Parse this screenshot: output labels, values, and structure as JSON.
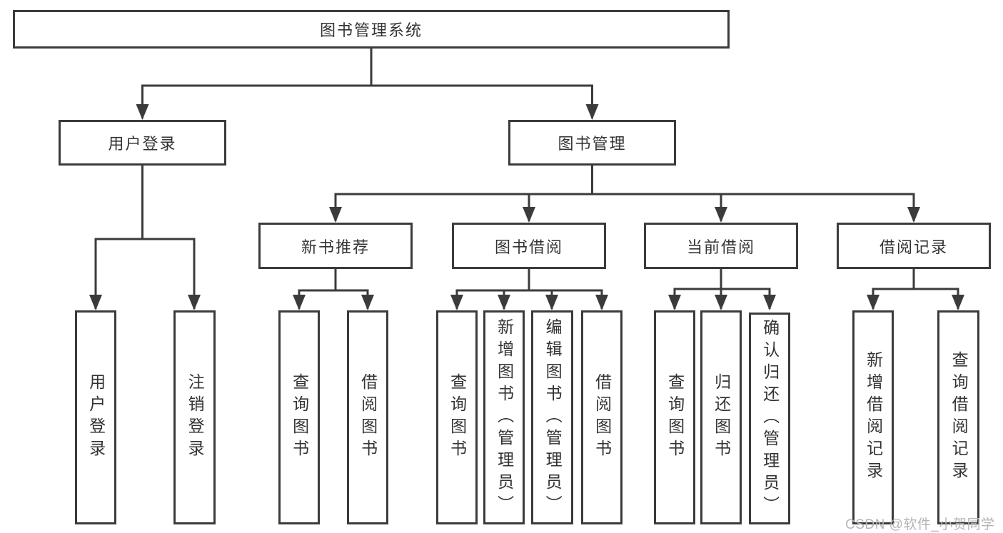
{
  "diagram": {
    "colors": {
      "line": "#3b3b3d",
      "text": "#333333",
      "box_background": "#ffffff",
      "watermark": "#b5b5b5",
      "background": "#ffffff"
    },
    "root": {
      "label": "图书管理系统"
    },
    "level2": [
      {
        "label": "用户登录"
      },
      {
        "label": "图书管理"
      }
    ],
    "level3": [
      {
        "label": "新书推荐"
      },
      {
        "label": "图书借阅"
      },
      {
        "label": "当前借阅"
      },
      {
        "label": "借阅记录"
      }
    ],
    "leaves": {
      "user_login": [
        {
          "label": "用户登录"
        },
        {
          "label": "注销登录"
        }
      ],
      "new_book_recommend": [
        {
          "label": "查询图书"
        },
        {
          "label": "借阅图书"
        }
      ],
      "book_borrow": [
        {
          "label": "查询图书"
        },
        {
          "label": "新增图书（管理员）"
        },
        {
          "label": "编辑图书（管理员）"
        },
        {
          "label": "借阅图书"
        }
      ],
      "current_borrow": [
        {
          "label": "查询图书"
        },
        {
          "label": "归还图书"
        },
        {
          "label": "确认归还（管理员）"
        }
      ],
      "borrow_records": [
        {
          "label": "新增借阅记录"
        },
        {
          "label": "查询借阅记录"
        }
      ]
    },
    "watermark": "CSDN @软件_小贺同学"
  }
}
